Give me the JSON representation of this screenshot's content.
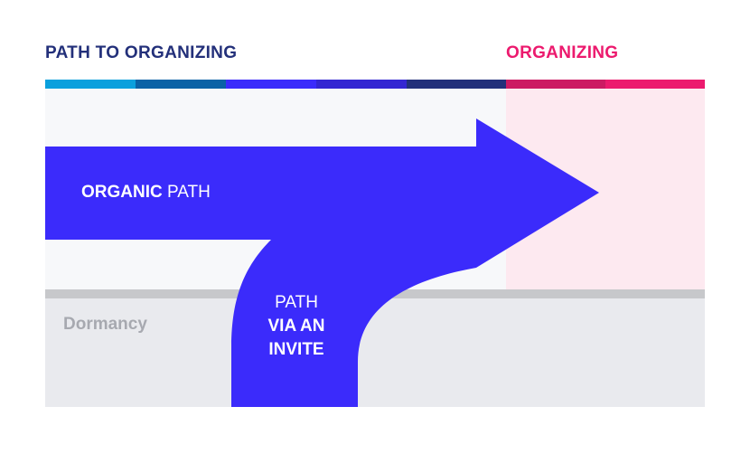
{
  "header": {
    "left_title": "PATH TO ORGANIZING",
    "right_title": "ORGANIZING"
  },
  "progress_bar": {
    "segment_colors": [
      "#0aa0dd",
      "#0a62a6",
      "#3b2bfb",
      "#3426d2",
      "#23307a",
      "#cc1a63",
      "#ec1a6e"
    ]
  },
  "zones": {
    "path_color": "#f7f8fa",
    "organizing_color": "#fde9f0",
    "dormancy_color": "#e9eaee",
    "divider_color": "#c7c8cb"
  },
  "arrows": {
    "color": "#3b2bfb",
    "organic": {
      "bold": "ORGANIC",
      "regular": " PATH"
    },
    "invite": {
      "line1": "PATH",
      "line2": "VIA AN",
      "line3": "INVITE"
    }
  },
  "dormancy": {
    "label": "Dormancy"
  }
}
